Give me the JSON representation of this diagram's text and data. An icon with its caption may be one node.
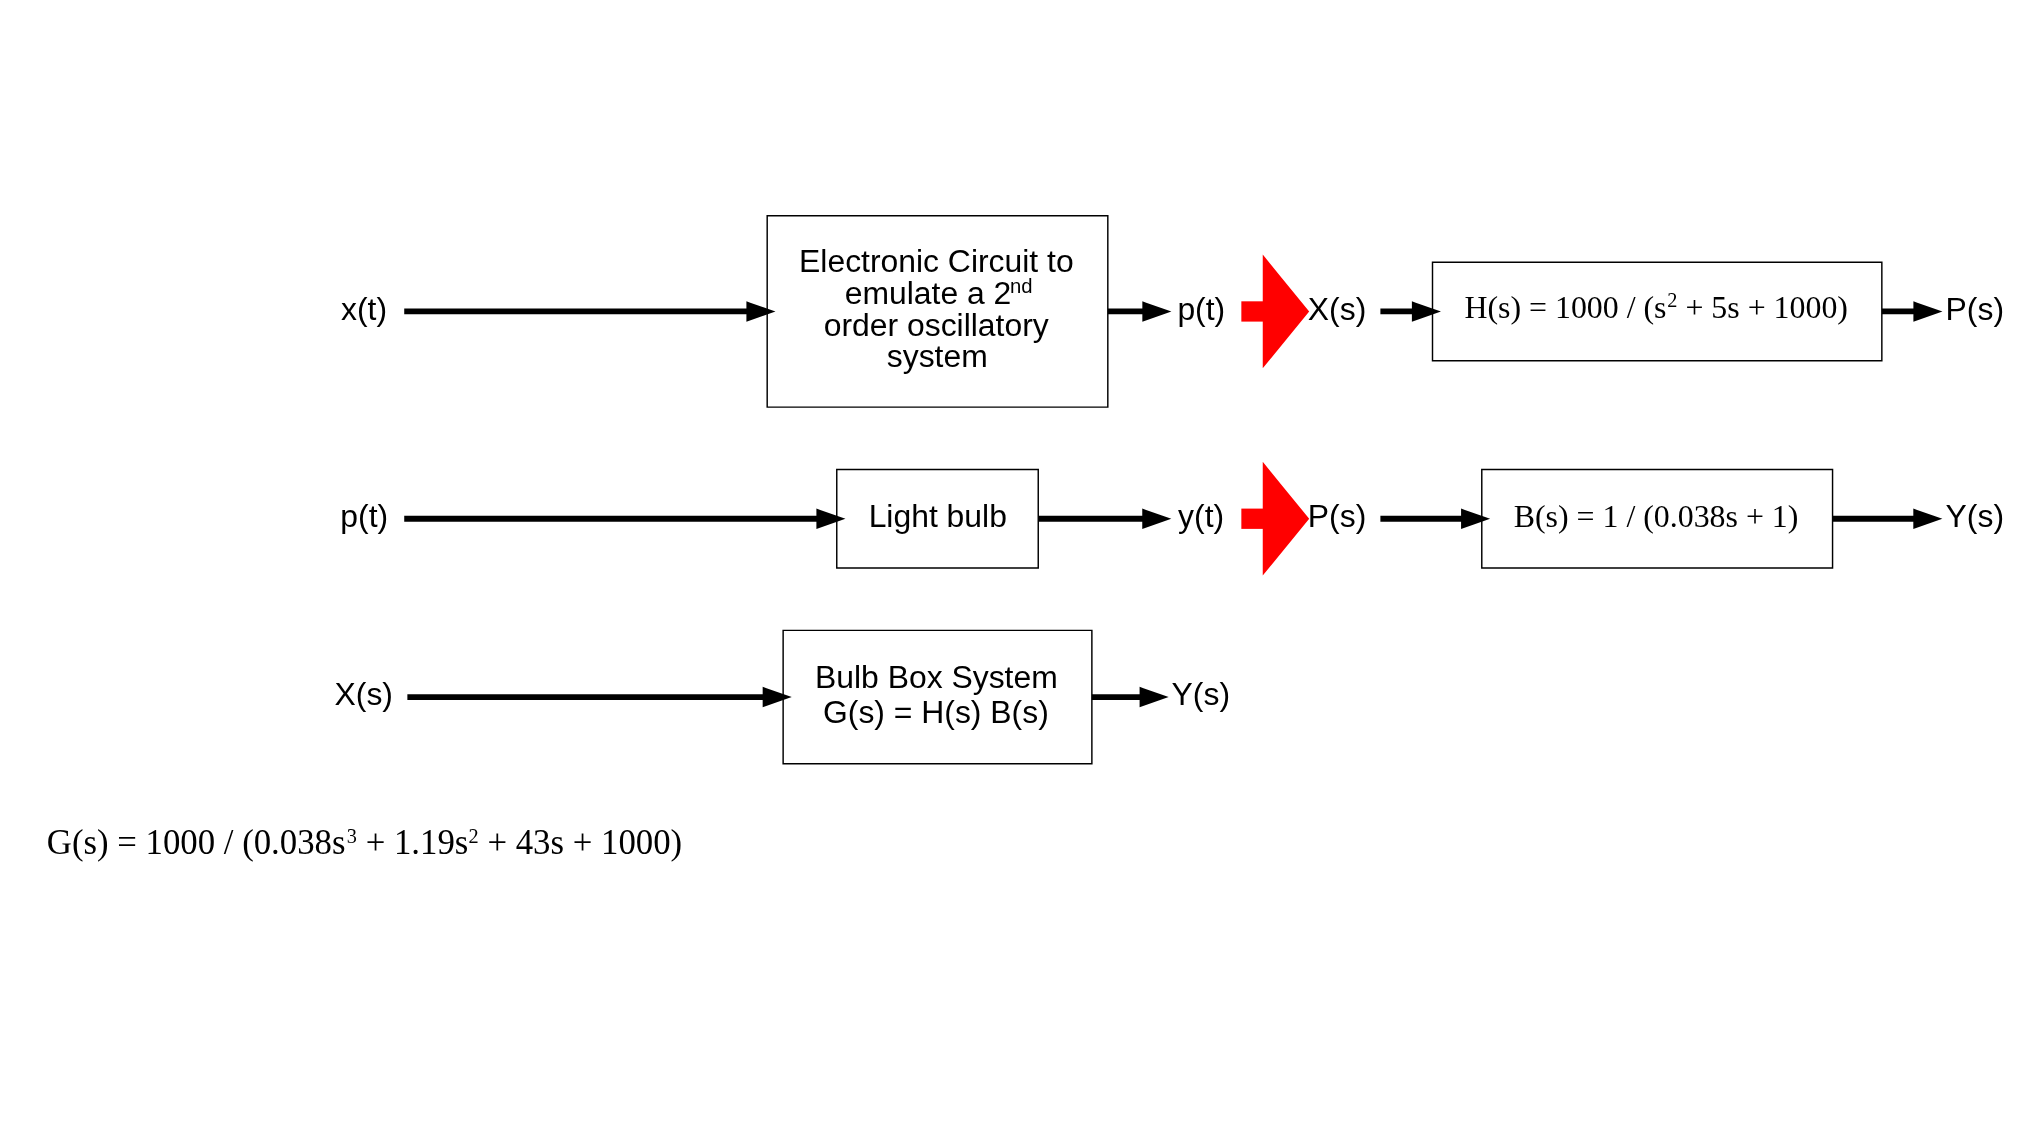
{
  "diagram": {
    "nodes": [
      {
        "text": [
          "x(t)"
        ]
      },
      {
        "text": [
          "Electronic Circuit to emulate a 2$^{nd}$ order oscillatory system"
        ]
      },
      {
        "text": [
          "p(t)"
        ]
      },
      {
        "text": [
          "X(s)"
        ]
      },
      {
        "text": [
          "H(s) = 1000 / (s$^{2}$ + 5s + 1000)"
        ]
      },
      {
        "text": [
          "P(s)"
        ]
      },
      {
        "text": [
          "p(t)"
        ]
      },
      {
        "text": [
          "Light bulb"
        ]
      },
      {
        "text": [
          "y(t)"
        ]
      },
      {
        "text": [
          "P(s)"
        ]
      },
      {
        "text": [
          "B(s) = 1 / (0.038s + 1)"
        ]
      },
      {
        "text": [
          "Y(s)"
        ]
      },
      {
        "text": [
          "X(s)"
        ]
      },
      {
        "text": [
          "Bulb Box System",
          "G(s) = H(s) B(s)"
        ]
      },
      {
        "text": [
          "Y(s)"
        ]
      }
    ],
    "edges": [
      {
        "from": 0,
        "to": 1,
        "arrow": "to"
      },
      {
        "from": 1,
        "to": 2,
        "arrow": "to"
      },
      {
        "from": 2,
        "to": 3,
        "arrow": "to",
        "style": "thick",
        "color": "#ff0000"
      },
      {
        "from": 3,
        "to": 4,
        "arrow": "to"
      },
      {
        "from": 4,
        "to": 5,
        "arrow": "to"
      },
      {
        "from": 6,
        "to": 7,
        "arrow": "to"
      },
      {
        "from": 7,
        "to": 8,
        "arrow": "to"
      },
      {
        "from": 8,
        "to": 9,
        "arrow": "to",
        "style": "thick",
        "color": "#ff0000"
      },
      {
        "from": 9,
        "to": 10,
        "arrow": "to"
      },
      {
        "from": 10,
        "to": 11,
        "arrow": "to"
      },
      {
        "from": 12,
        "to": 13,
        "arrow": "to"
      },
      {
        "from": 13,
        "to": 14,
        "arrow": "to"
      }
    ],
    "labels": [
      "G(s) = 1000 / (0.038s$^{3}$ + 1.19s$^{2}$ + 43s + 1000)"
    ]
  }
}
